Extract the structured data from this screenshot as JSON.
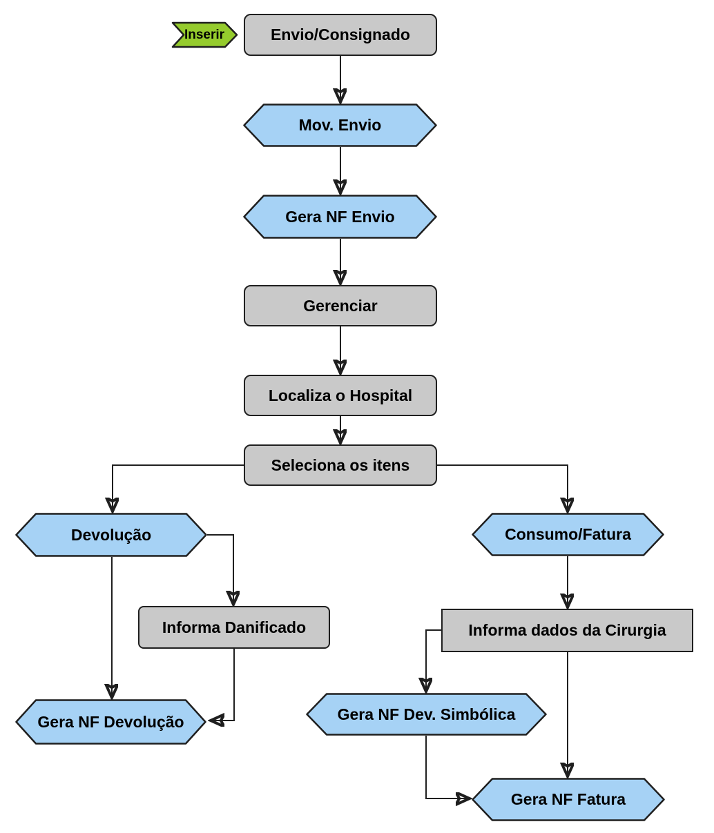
{
  "diagram": {
    "type": "flowchart",
    "nodes": [
      {
        "id": "inserir",
        "label": "Inserir",
        "shape": "chevron-tag",
        "role": "entry-point"
      },
      {
        "id": "envio-consignado",
        "label": "Envio/Consignado",
        "shape": "rounded-box",
        "role": "process"
      },
      {
        "id": "mov-envio",
        "label": "Mov. Envio",
        "shape": "hexagon",
        "role": "action"
      },
      {
        "id": "gera-nf-envio",
        "label": "Gera NF Envio",
        "shape": "hexagon",
        "role": "action"
      },
      {
        "id": "gerenciar",
        "label": "Gerenciar",
        "shape": "rounded-box",
        "role": "process"
      },
      {
        "id": "localiza-hospital",
        "label": "Localiza o Hospital",
        "shape": "rounded-box",
        "role": "process"
      },
      {
        "id": "seleciona-itens",
        "label": "Seleciona os itens",
        "shape": "rounded-box",
        "role": "process"
      },
      {
        "id": "devolucao",
        "label": "Devolução",
        "shape": "hexagon",
        "role": "action"
      },
      {
        "id": "consumo-fatura",
        "label": "Consumo/Fatura",
        "shape": "hexagon",
        "role": "action"
      },
      {
        "id": "informa-danificado",
        "label": "Informa Danificado",
        "shape": "rounded-box",
        "role": "process"
      },
      {
        "id": "informa-dados-cirurgia",
        "label": "Informa dados da Cirurgia",
        "shape": "square-box",
        "role": "process"
      },
      {
        "id": "gera-nf-devolucao",
        "label": "Gera NF Devolução",
        "shape": "hexagon",
        "role": "action"
      },
      {
        "id": "gera-nf-dev-simbolica",
        "label": "Gera NF Dev. Simbólica",
        "shape": "hexagon",
        "role": "action"
      },
      {
        "id": "gera-nf-fatura",
        "label": "Gera NF Fatura",
        "shape": "hexagon",
        "role": "action"
      }
    ],
    "edges": [
      {
        "from": "inserir",
        "to": "envio-consignado"
      },
      {
        "from": "envio-consignado",
        "to": "mov-envio"
      },
      {
        "from": "mov-envio",
        "to": "gera-nf-envio"
      },
      {
        "from": "gera-nf-envio",
        "to": "gerenciar"
      },
      {
        "from": "gerenciar",
        "to": "localiza-hospital"
      },
      {
        "from": "localiza-hospital",
        "to": "seleciona-itens"
      },
      {
        "from": "seleciona-itens",
        "to": "devolucao"
      },
      {
        "from": "seleciona-itens",
        "to": "consumo-fatura"
      },
      {
        "from": "devolucao",
        "to": "informa-danificado"
      },
      {
        "from": "devolucao",
        "to": "gera-nf-devolucao"
      },
      {
        "from": "informa-danificado",
        "to": "gera-nf-devolucao"
      },
      {
        "from": "consumo-fatura",
        "to": "informa-dados-cirurgia"
      },
      {
        "from": "informa-dados-cirurgia",
        "to": "gera-nf-dev-simbolica"
      },
      {
        "from": "informa-dados-cirurgia",
        "to": "gera-nf-fatura"
      },
      {
        "from": "gera-nf-dev-simbolica",
        "to": "gera-nf-fatura"
      }
    ]
  },
  "colors": {
    "background": "#ffffff",
    "process_fill": "#c9c9c9",
    "action_fill": "#a6d2f5",
    "entry_fill": "#95cb2d",
    "stroke": "#1f1f1f"
  }
}
